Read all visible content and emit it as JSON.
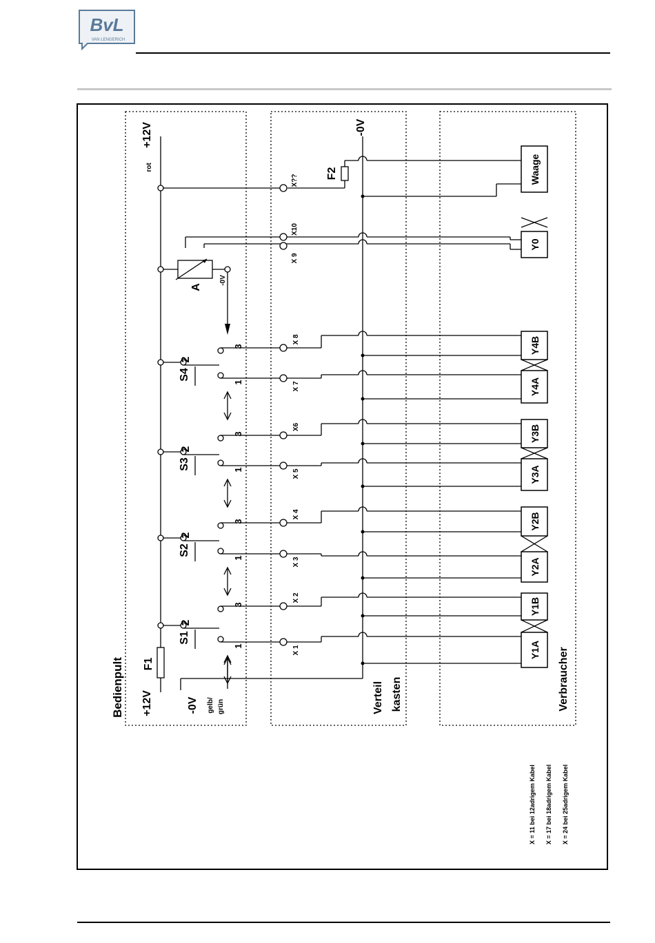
{
  "logo": {
    "text": "BvL",
    "subtitle": "VAN LENGERICH",
    "color": "#5a7a99"
  },
  "sections": {
    "bedienpult": "Bedienpult",
    "verteil_line1": "Verteil",
    "verteil_line2": "kasten",
    "verbraucher": "Verbraucher"
  },
  "labels": {
    "plus12v_top": "+12V",
    "plus12v_left": "+12V",
    "rot": "rot",
    "minus0v_top": "-0V",
    "minus0v_left": "-0V",
    "minus0v_amp": "-0V",
    "gelb": "gelb/",
    "gruen": "grün",
    "f1": "F1",
    "f2": "F2",
    "amp": "A",
    "pin1": "1",
    "pin2": "2",
    "pin3": "3"
  },
  "switches": [
    "S1",
    "S2",
    "S3",
    "S4"
  ],
  "terminals": {
    "x1": "X 1",
    "x2": "X 2",
    "x3": "X 3",
    "x4": "X 4",
    "x5": "X 5",
    "x6": "X6",
    "x7": "X 7",
    "x8": "X 8",
    "x9": "X 9",
    "x10": "X10",
    "xq": "X??"
  },
  "consumers": {
    "y1a": "Y1A",
    "y1b": "Y1B",
    "y2a": "Y2A",
    "y2b": "Y2B",
    "y3a": "Y3A",
    "y3b": "Y3B",
    "y4a": "Y4A",
    "y4b": "Y4B",
    "y0": "Y0",
    "waage": "Waage"
  },
  "notes": [
    "X = 11 bei 12adrigem Kabel",
    "X = 17 bei 18adrigem Kabel",
    "X = 24 bei 25adrigem Kabel"
  ]
}
